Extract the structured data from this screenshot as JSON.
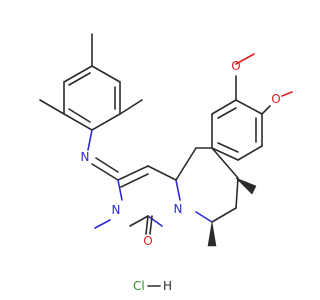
{
  "molecule": {
    "atoms": [
      {
        "id": "imine_n",
        "symbol": "N",
        "color": "#2b2bd4"
      },
      {
        "id": "ring_n_methyl",
        "symbol": "N",
        "color": "#2b2bd4"
      },
      {
        "id": "ring_n_fused",
        "symbol": "N",
        "color": "#2b2bd4"
      },
      {
        "id": "carbonyl_o",
        "symbol": "O",
        "color": "#e02020"
      },
      {
        "id": "methoxy_o_top",
        "symbol": "O",
        "color": "#e02020"
      },
      {
        "id": "methoxy_o_side",
        "symbol": "O",
        "color": "#e02020"
      }
    ]
  },
  "salt": {
    "cl_label": "Cl",
    "h_label": "H",
    "cl_color": "#2e8b2e"
  }
}
